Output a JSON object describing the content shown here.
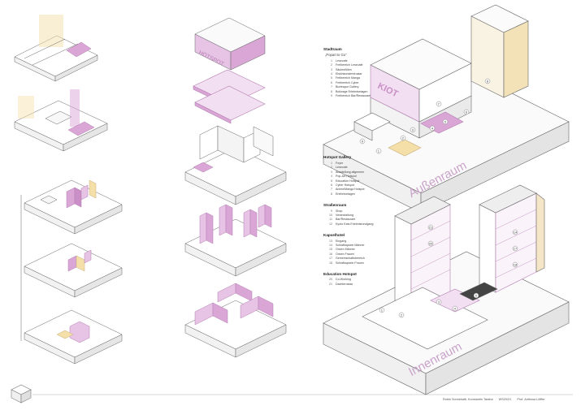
{
  "legend": {
    "stadtraum": {
      "title": "Stadtraum",
      "subtitle": "„Popart to Go“",
      "items": [
        {
          "n": "1",
          "label": "Lesecafe"
        },
        {
          "n": "2",
          "label": "Freibereich Lesecafe"
        },
        {
          "n": "3",
          "label": "Säulenfüllen"
        },
        {
          "n": "4",
          "label": "Eiskinkunsterdrostar"
        },
        {
          "n": "5",
          "label": "Freibereich Manga"
        },
        {
          "n": "6",
          "label": "Freibereich Cyber"
        },
        {
          "n": "7",
          "label": "Burlesque Gallery"
        },
        {
          "n": "8",
          "label": "Bollwage Erlebnisetagen"
        },
        {
          "n": "9",
          "label": "Freibereich Bar/Restaurant"
        }
      ]
    },
    "hotspot": {
      "title": "Hotspot Gallery",
      "items": [
        {
          "n": "1",
          "label": "Foyer"
        },
        {
          "n": "2",
          "label": "Lesecafe"
        },
        {
          "n": "3",
          "label": "Ausstellung allgemein"
        },
        {
          "n": "4",
          "label": "Pop-Art Hotspot"
        },
        {
          "n": "5",
          "label": "Education Hotspot"
        },
        {
          "n": "6",
          "label": "Cyber Hotspot"
        },
        {
          "n": "7",
          "label": "Anime/Manga Hotspot"
        },
        {
          "n": "8",
          "label": "Erlebnisetagen"
        }
      ]
    },
    "strassenraum": {
      "title": "Straßenraum",
      "items": [
        {
          "n": "9",
          "label": "Shop"
        },
        {
          "n": "10",
          "label": "Veranstaltung"
        },
        {
          "n": "11",
          "label": "Bar/Restaurant"
        },
        {
          "n": "12",
          "label": "Kyoto Eats Erlebnisrundgang"
        }
      ]
    },
    "kapselhotel": {
      "title": "Kapselhotel",
      "items": [
        {
          "n": "13",
          "label": "Eingang"
        },
        {
          "n": "14",
          "label": "Schlafkapseln Männer"
        },
        {
          "n": "15",
          "label": "Onsen Männer"
        },
        {
          "n": "16",
          "label": "Onsen Frauen"
        },
        {
          "n": "17",
          "label": "Gemeinschaftsbereich"
        },
        {
          "n": "18",
          "label": "Schlafkapseln Frauen"
        }
      ]
    },
    "education": {
      "title": "Education Hotspot",
      "items": [
        {
          "n": "20",
          "label": "Co-Working"
        },
        {
          "n": "21",
          "label": "Dachterrasse"
        }
      ]
    }
  },
  "labels": {
    "aussenraum": "Außenraum",
    "innenraum": "Innenraum",
    "sign": "HOTSPOT",
    "facade": "KIOT"
  },
  "footer": {
    "authors": "Robin Sonnekalb, Konstantin Taraba",
    "semester": "WS20/21",
    "prof": "Prof. Anthusa Löffler"
  },
  "colors": {
    "accent": "#d9a6d6",
    "accent_dark": "#b57fb3",
    "line": "#555555",
    "yellow": "#f4dfa9"
  }
}
